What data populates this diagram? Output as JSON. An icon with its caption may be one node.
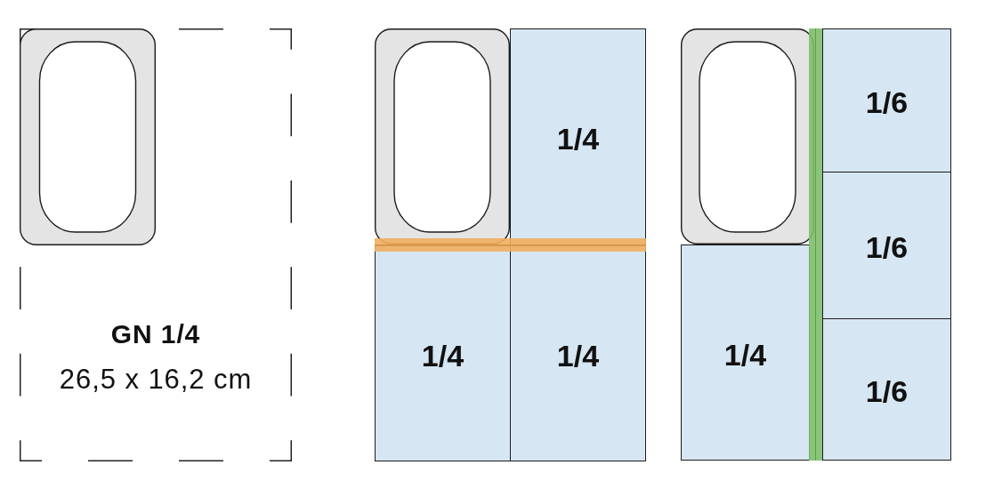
{
  "diagram": {
    "nodes": [
      {
        "text": [
          "GN 1/4",
          "26,5 x 16,2 cm"
        ]
      },
      {
        "text": [],
        "shape": "picture",
        "in": 0
      },
      {
        "text": [],
        "shape": "picture"
      },
      {
        "text": [
          "1/4"
        ]
      },
      {
        "text": [
          "1/4"
        ]
      },
      {
        "text": [
          "1/4"
        ]
      },
      {
        "text": [],
        "shape": "picture"
      },
      {
        "text": [
          "1/6"
        ]
      },
      {
        "text": [
          "1/6"
        ]
      },
      {
        "text": [
          "1/4"
        ]
      },
      {
        "text": [
          "1/6"
        ]
      }
    ]
  }
}
